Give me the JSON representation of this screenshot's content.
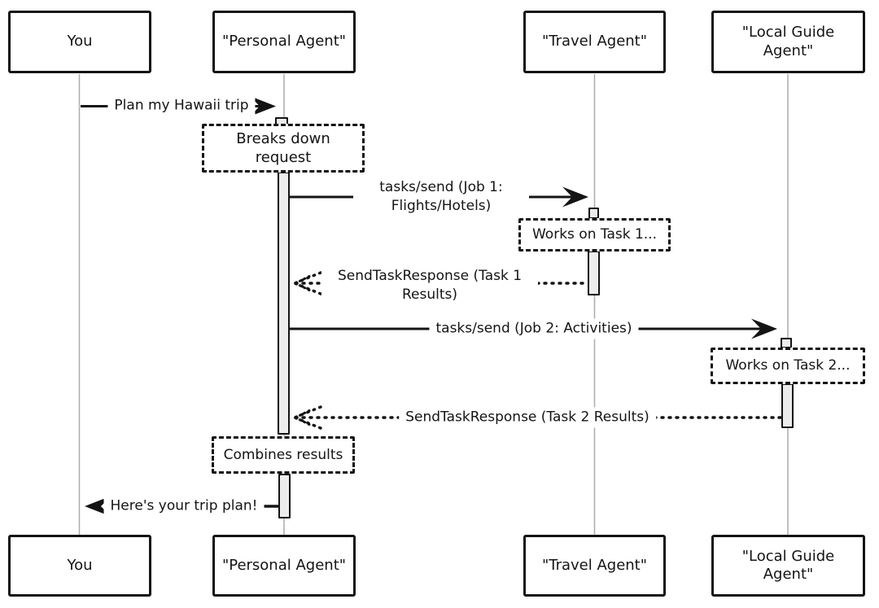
{
  "diagram_type": "sequence-diagram",
  "actors": [
    {
      "id": "you",
      "label": "You"
    },
    {
      "id": "personal",
      "label": "\"Personal Agent\""
    },
    {
      "id": "travel",
      "label": "\"Travel Agent\""
    },
    {
      "id": "local",
      "label": "\"Local Guide Agent\""
    }
  ],
  "notes": [
    {
      "id": "breaks-down",
      "over": "personal",
      "label": "Breaks down request"
    },
    {
      "id": "works-task-1",
      "over": "travel",
      "label": "Works on Task 1..."
    },
    {
      "id": "works-task-2",
      "over": "local",
      "label": "Works on Task 2..."
    },
    {
      "id": "combines",
      "over": "personal",
      "label": "Combines results"
    }
  ],
  "messages": [
    {
      "id": "plan-trip",
      "from": "you",
      "to": "personal",
      "style": "solid",
      "label": "Plan my Hawaii trip"
    },
    {
      "id": "job1",
      "from": "personal",
      "to": "travel",
      "style": "solid",
      "label": "tasks/send (Job 1: Flights/Hotels)"
    },
    {
      "id": "resp1",
      "from": "travel",
      "to": "personal",
      "style": "dotted",
      "label": "SendTaskResponse (Task 1 Results)"
    },
    {
      "id": "job2",
      "from": "personal",
      "to": "local",
      "style": "solid",
      "label": "tasks/send (Job 2: Activities)"
    },
    {
      "id": "resp2",
      "from": "local",
      "to": "personal",
      "style": "dotted",
      "label": "SendTaskResponse (Task 2 Results)"
    },
    {
      "id": "trip-plan",
      "from": "personal",
      "to": "you",
      "style": "solid",
      "label": "Here's your trip plan!"
    }
  ],
  "colors": {
    "stroke": "#141414",
    "lifeline": "#ababab",
    "activation_fill": "#ececec",
    "background": "#ffffff"
  }
}
